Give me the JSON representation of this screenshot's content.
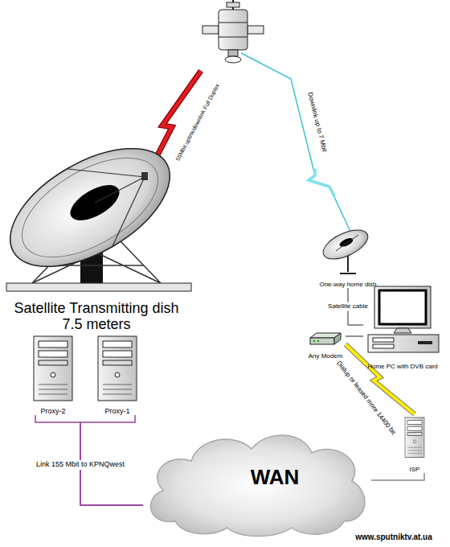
{
  "diagram": {
    "nodes": [
      {
        "text": [
          "Satellite Transmitting dish 7.5 meters"
        ]
      },
      {
        "text": [
          "Proxy-2"
        ]
      },
      {
        "text": [
          "Proxy-1"
        ]
      },
      {
        "text": [
          "WAN"
        ]
      },
      {
        "text": [
          "One-way home dish"
        ]
      },
      {
        "text": [
          "Home PC with DVB card"
        ]
      },
      {
        "text": [
          "Any Modem"
        ]
      },
      {
        "text": [
          "ISP"
        ]
      }
    ],
    "edges": [
      {
        "from": 1,
        "to": 3,
        "arrow": "none",
        "label": "Link 155 Mbit to KPNQwest"
      },
      {
        "from": 2,
        "to": 3,
        "arrow": "none"
      },
      {
        "from": 3,
        "to": 7,
        "arrow": "none"
      },
      {
        "from": 4,
        "to": 5,
        "arrow": "none",
        "label": "Satellite cable"
      },
      {
        "from": 6,
        "to": 5,
        "arrow": "none"
      },
      {
        "from": 6,
        "to": 7,
        "arrow": "none",
        "label": "Dialup or leased more 14400 bit"
      }
    ],
    "labels": [
      "55Mbit uplink/downlink Full Duplex",
      "Downlink up to 7 Mbit",
      "www.sputniktv.at.ua"
    ]
  }
}
